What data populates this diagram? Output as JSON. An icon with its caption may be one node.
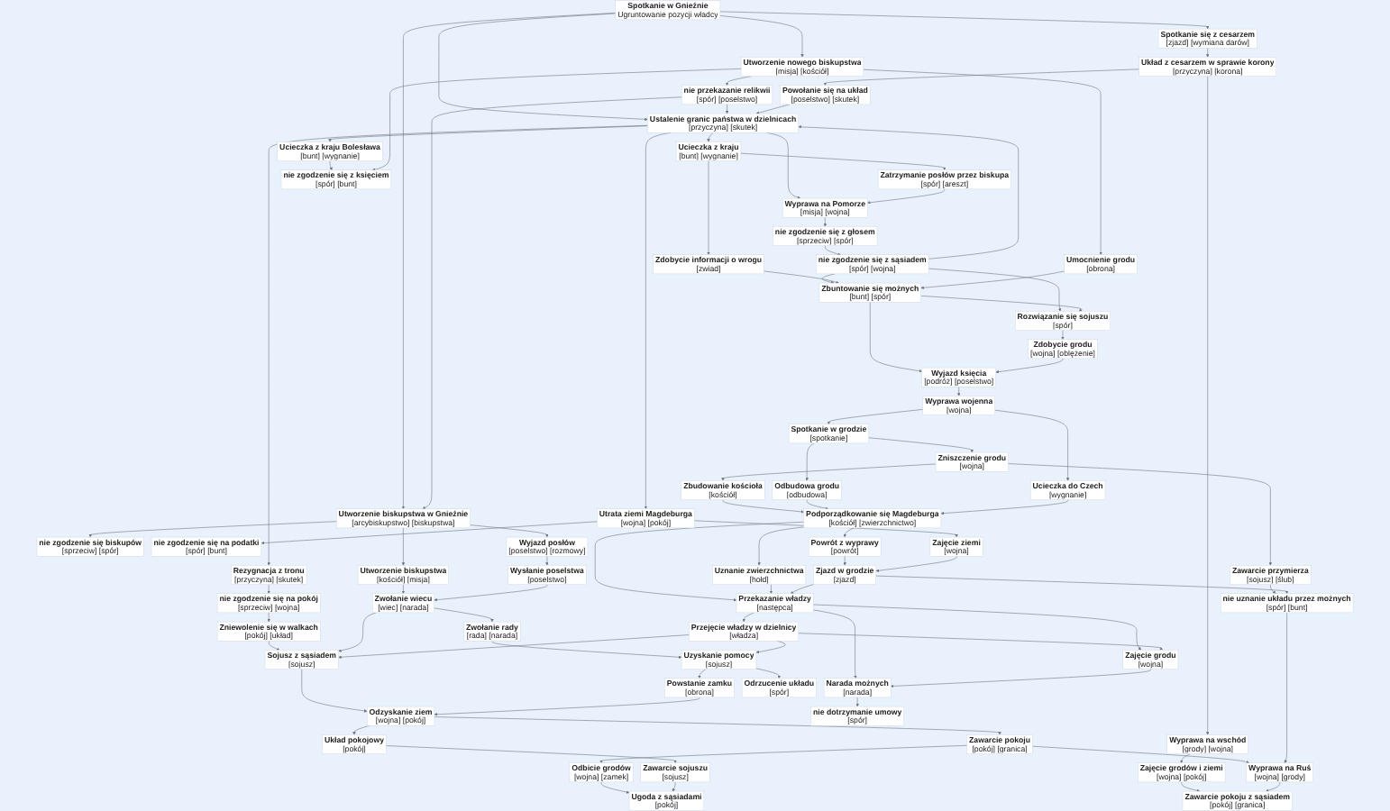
{
  "diagram": {
    "nodes": [
      {
        "text": [
          "Spotkanie w Gnieźnie",
          "Ugruntowanie pozycji władcy"
        ]
      },
      {
        "text": [
          "Spotkanie się z cesarzem",
          "[zjazd] [wymiana darów]"
        ]
      },
      {
        "text": [
          "Ustalenie granic państwa w dzielnicach",
          "[przyczyna] [skutek]"
        ]
      },
      {
        "text": [
          "Układ z cesarzem w sprawie korony",
          "[przyczyna] [korona]"
        ]
      },
      {
        "text": [
          "Powołanie się na układ",
          "[poselstwo] [skutek]"
        ]
      },
      {
        "text": [
          "Utworzenie biskupstwa w Gnieźnie",
          "[arcybiskupstwo] [biskupstwa]"
        ]
      },
      {
        "text": [
          "nie zgodzenie się biskupów",
          "[sprzeciw] [spór]"
        ]
      },
      {
        "text": [
          "Wyprawa na wschód",
          "[grody] [wojna]"
        ]
      },
      {
        "text": [
          "nie zgodzenie się na pokój",
          "[sprzeciw] [wojna]"
        ]
      },
      {
        "text": [
          "nie przekazanie relikwii",
          "[spór] [poselstwo]"
        ]
      },
      {
        "text": [
          "Rezygnacja z tronu",
          "[przyczyna] [skutek]"
        ]
      },
      {
        "text": [
          "Zajęcie grodów i ziemi",
          "[wojna] [pokój]"
        ]
      },
      {
        "text": [
          "Zniewolenie się w walkach",
          "[pokój] [układ]"
        ]
      },
      {
        "text": [
          "Utworzenie biskupstwa",
          "[kościół] [misja]"
        ]
      },
      {
        "text": [
          "Ucieczka z kraju",
          "[bunt] [wygnanie]"
        ]
      },
      {
        "text": [
          "Wyprawa na Pomorze",
          "[misja] [wojna]"
        ]
      },
      {
        "text": [
          "Ucieczka z kraju Bolesława",
          "[bunt] [wygnanie]"
        ]
      },
      {
        "text": [
          "Utrata ziemi Magdeburga",
          "[wojna] [pokój]"
        ]
      },
      {
        "text": [
          "nie zgodzenie się na podatki",
          "[spór] [bunt]"
        ]
      },
      {
        "text": [
          "Utworzenie nowego biskupstwa",
          "[misja] [kościół]"
        ]
      },
      {
        "text": [
          "Zatrzymanie posłów przez biskupa",
          "[spór] [areszt]"
        ]
      },
      {
        "text": [
          "nie zgodzenie się z głosem",
          "[sprzeciw] [spór]"
        ]
      },
      {
        "text": [
          "nie zgodzenie się z sąsiadem",
          "[spór] [wojna]"
        ]
      },
      {
        "text": [
          "nie zgodzenie się z księciem",
          "[spór] [bunt]"
        ]
      },
      {
        "text": [
          "Zawarcie pokoju z sąsiadem",
          "[pokój] [granica]"
        ]
      },
      {
        "text": [
          "Wyprawa na Ruś",
          "[wojna] [grody]"
        ]
      },
      {
        "text": [
          "Wyjazd posłów",
          "[poselstwo] [rozmowy]"
        ]
      },
      {
        "text": [
          "Zdobycie informacji o wrogu",
          "[zwiad]"
        ]
      },
      {
        "text": [
          "Zwołanie wiecu",
          "[wiec] [narada]"
        ]
      },
      {
        "text": [
          "Zbuntowanie się możnych",
          "[bunt] [spór]"
        ]
      },
      {
        "text": [
          "Odbicie grodów",
          "[wojna] [zamek]"
        ]
      },
      {
        "text": [
          "Zawarcie pokoju",
          "[pokój] [granica]"
        ]
      },
      {
        "text": [
          "Umocnienie grodu",
          "[obrona]"
        ]
      },
      {
        "text": [
          "Wysłanie poselstwa",
          "[poselstwo]"
        ]
      },
      {
        "text": [
          "Rozwiązanie się sojuszu",
          "[spór]"
        ]
      },
      {
        "text": [
          "Zwołanie rady",
          "[rada] [narada]"
        ]
      },
      {
        "text": [
          "Wyjazd księcia",
          "[podróż] [poselstwo]"
        ]
      },
      {
        "text": [
          "Sojusz z sąsiadem",
          "[sojusz]"
        ]
      },
      {
        "text": [
          "Zdobycie grodu",
          "[wojna] [oblężenie]"
        ]
      },
      {
        "text": [
          "Zajęcie ziemi",
          "[wojna]"
        ]
      },
      {
        "text": [
          "Układ pokojowy",
          "[pokój]"
        ]
      },
      {
        "text": [
          "Zawarcie sojuszu",
          "[sojusz]"
        ]
      },
      {
        "text": [
          "Odzyskanie ziem",
          "[wojna] [pokój]"
        ]
      },
      {
        "text": [
          "nie dotrzymanie umowy",
          "[spór]"
        ]
      },
      {
        "text": [
          "Narada możnych",
          "[narada]"
        ]
      },
      {
        "text": [
          "Spotkanie w grodzie",
          "[spotkanie]"
        ]
      },
      {
        "text": [
          "Wyprawa wojenna",
          "[wojna]"
        ]
      },
      {
        "text": [
          "Ugoda z sąsiadami",
          "[pokój]"
        ]
      },
      {
        "text": [
          "Powstanie zamku",
          "[obrona]"
        ]
      },
      {
        "text": [
          "Zniszczenie grodu",
          "[wojna]"
        ]
      },
      {
        "text": [
          "Odbudowa grodu",
          "[odbudowa]"
        ]
      },
      {
        "text": [
          "Ucieczka do Czech",
          "[wygnanie]"
        ]
      },
      {
        "text": [
          "Uzyskanie pomocy",
          "[sojusz]"
        ]
      },
      {
        "text": [
          "Zbudowanie kościoła",
          "[kościół]"
        ]
      },
      {
        "text": [
          "Zjazd w grodzie",
          "[zjazd]"
        ]
      },
      {
        "text": [
          "Powrót z wyprawy",
          "[powrót]"
        ]
      },
      {
        "text": [
          "Zajęcie grodu",
          "[wojna]"
        ]
      },
      {
        "text": [
          "Odrzucenie układu",
          "[spór]"
        ]
      },
      {
        "text": [
          "Przekazanie władzy",
          "[następca]"
        ]
      },
      {
        "text": [
          "Podporządkowanie się Magdeburga",
          "[kościół] [zwierzchnictwo]"
        ]
      },
      {
        "text": [
          "Uznanie zwierzchnictwa",
          "[hołd]"
        ]
      },
      {
        "text": [
          "Przejęcie władzy w dzielnicy",
          "[władza]"
        ]
      },
      {
        "text": [
          "Zawarcie przymierza",
          "[sojusz] [ślub]"
        ]
      },
      {
        "text": [
          "nie uznanie układu przez możnych",
          "[spór] [bunt]"
        ]
      }
    ],
    "edges": [
      {
        "from": 0,
        "to": 2,
        "arrow": "to"
      },
      {
        "from": 0,
        "to": 1,
        "arrow": "to"
      },
      {
        "from": 0,
        "to": 5,
        "arrow": "to"
      },
      {
        "from": 0,
        "to": 19,
        "arrow": "to"
      },
      {
        "from": 4,
        "to": 2,
        "arrow": "to"
      },
      {
        "from": 9,
        "to": 2,
        "arrow": "to"
      },
      {
        "from": 1,
        "to": 3,
        "arrow": "to"
      },
      {
        "from": 3,
        "to": 4,
        "arrow": "to"
      },
      {
        "from": 3,
        "to": 7,
        "arrow": "to"
      },
      {
        "from": 7,
        "to": 11,
        "arrow": "to"
      },
      {
        "from": 11,
        "to": 24,
        "arrow": "to"
      },
      {
        "from": 25,
        "to": 24,
        "arrow": "to"
      },
      {
        "from": 31,
        "to": 25,
        "arrow": "to"
      },
      {
        "from": 31,
        "to": 30,
        "arrow": "to"
      },
      {
        "from": 30,
        "to": 47,
        "arrow": "to"
      },
      {
        "from": 41,
        "to": 47,
        "arrow": "to"
      },
      {
        "from": 40,
        "to": 41,
        "arrow": "to"
      },
      {
        "from": 42,
        "to": 40,
        "arrow": "to"
      },
      {
        "from": 42,
        "to": 31,
        "arrow": "to"
      },
      {
        "from": 37,
        "to": 42,
        "arrow": "to"
      },
      {
        "from": 48,
        "to": 42,
        "arrow": "to"
      },
      {
        "from": 52,
        "to": 48,
        "arrow": "to"
      },
      {
        "from": 52,
        "to": 57,
        "arrow": "to"
      },
      {
        "from": 12,
        "to": 37,
        "arrow": "to"
      },
      {
        "from": 28,
        "to": 37,
        "arrow": "to"
      },
      {
        "from": 61,
        "to": 37,
        "arrow": "to"
      },
      {
        "from": 63,
        "to": 25,
        "arrow": "to"
      },
      {
        "from": 2,
        "to": 14,
        "arrow": "to"
      },
      {
        "from": 2,
        "to": 15,
        "arrow": "to"
      },
      {
        "from": 2,
        "to": 16,
        "arrow": "to"
      },
      {
        "from": 22,
        "to": 2,
        "arrow": "to"
      },
      {
        "from": 2,
        "to": 17,
        "arrow": "to"
      },
      {
        "from": 2,
        "to": 10,
        "arrow": "to"
      },
      {
        "from": 10,
        "to": 8,
        "arrow": "to"
      },
      {
        "from": 8,
        "to": 12,
        "arrow": "to"
      },
      {
        "from": 17,
        "to": 18,
        "arrow": "to"
      },
      {
        "from": 17,
        "to": 39,
        "arrow": "to"
      },
      {
        "from": 14,
        "to": 20,
        "arrow": "to"
      },
      {
        "from": 20,
        "to": 15,
        "arrow": "to"
      },
      {
        "from": 15,
        "to": 21,
        "arrow": "to"
      },
      {
        "from": 21,
        "to": 22,
        "arrow": "to"
      },
      {
        "from": 22,
        "to": 29,
        "arrow": "to"
      },
      {
        "from": 22,
        "to": 34,
        "arrow": "to"
      },
      {
        "from": 16,
        "to": 23,
        "arrow": "to"
      },
      {
        "from": 14,
        "to": 27,
        "arrow": "to"
      },
      {
        "from": 27,
        "to": 29,
        "arrow": "to"
      },
      {
        "from": 32,
        "to": 29,
        "arrow": "to"
      },
      {
        "from": 29,
        "to": 34,
        "arrow": "to"
      },
      {
        "from": 29,
        "to": 36,
        "arrow": "to"
      },
      {
        "from": 38,
        "to": 36,
        "arrow": "to"
      },
      {
        "from": 34,
        "to": 38,
        "arrow": "to"
      },
      {
        "from": 36,
        "to": 46,
        "arrow": "to"
      },
      {
        "from": 46,
        "to": 45,
        "arrow": "to"
      },
      {
        "from": 45,
        "to": 49,
        "arrow": "to"
      },
      {
        "from": 45,
        "to": 50,
        "arrow": "to"
      },
      {
        "from": 49,
        "to": 53,
        "arrow": "to"
      },
      {
        "from": 49,
        "to": 62,
        "arrow": "to"
      },
      {
        "from": 53,
        "to": 59,
        "arrow": "to"
      },
      {
        "from": 50,
        "to": 59,
        "arrow": "to"
      },
      {
        "from": 51,
        "to": 59,
        "arrow": "to"
      },
      {
        "from": 46,
        "to": 51,
        "arrow": "to"
      },
      {
        "from": 62,
        "to": 63,
        "arrow": "to"
      },
      {
        "from": 59,
        "to": 55,
        "arrow": "to"
      },
      {
        "from": 59,
        "to": 58,
        "arrow": "to"
      },
      {
        "from": 59,
        "to": 60,
        "arrow": "to"
      },
      {
        "from": 55,
        "to": 54,
        "arrow": "to"
      },
      {
        "from": 54,
        "to": 58,
        "arrow": "to"
      },
      {
        "from": 54,
        "to": 63,
        "arrow": "to"
      },
      {
        "from": 44,
        "to": 43,
        "arrow": "to"
      },
      {
        "from": 39,
        "to": 54,
        "arrow": "to"
      },
      {
        "from": 58,
        "to": 44,
        "arrow": "to"
      },
      {
        "from": 56,
        "to": 44,
        "arrow": "to"
      },
      {
        "from": 58,
        "to": 56,
        "arrow": "to"
      },
      {
        "from": 58,
        "to": 61,
        "arrow": "to"
      },
      {
        "from": 60,
        "to": 58,
        "arrow": "to"
      },
      {
        "from": 61,
        "to": 56,
        "arrow": "to"
      },
      {
        "from": 35,
        "to": 52,
        "arrow": "to"
      },
      {
        "from": 61,
        "to": 52,
        "arrow": "to"
      },
      {
        "from": 19,
        "to": 9,
        "arrow": "to"
      },
      {
        "from": 9,
        "to": 5,
        "arrow": "to"
      },
      {
        "from": 5,
        "to": 6,
        "arrow": "to"
      },
      {
        "from": 5,
        "to": 13,
        "arrow": "to"
      },
      {
        "from": 5,
        "to": 26,
        "arrow": "to"
      },
      {
        "from": 13,
        "to": 28,
        "arrow": "to"
      },
      {
        "from": 26,
        "to": 33,
        "arrow": "to"
      },
      {
        "from": 33,
        "to": 28,
        "arrow": "to"
      },
      {
        "from": 28,
        "to": 35,
        "arrow": "to"
      },
      {
        "from": 19,
        "to": 32,
        "arrow": "to"
      },
      {
        "from": 19,
        "to": 23,
        "arrow": "to"
      }
    ]
  }
}
